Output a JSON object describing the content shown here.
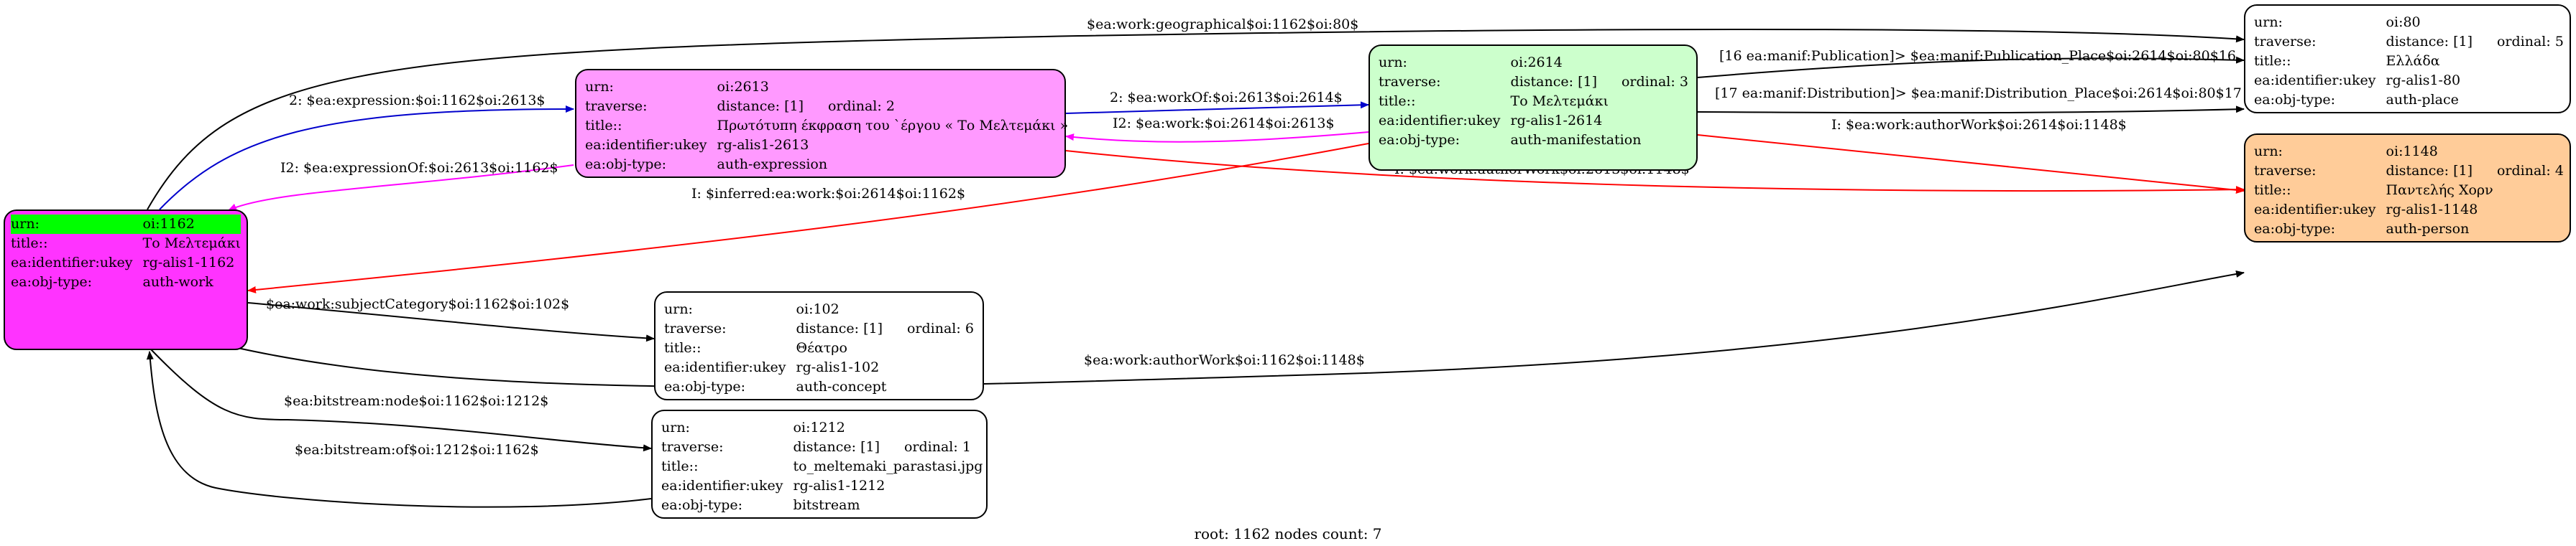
{
  "labels": {
    "urn": "urn:",
    "traverse": "traverse:",
    "title": "title::",
    "ukey": "ea:identifier:ukey",
    "objtype": "ea:obj-type:",
    "distance": "distance: [1]"
  },
  "nodes": {
    "n1162": {
      "urn": "oi:1162",
      "title": "Το Μελτεμάκι",
      "ukey": "rg-alis1-1162",
      "objtype": "auth-work",
      "fill": "#ff33ff",
      "urn_highlight": "#00ff00"
    },
    "n2613": {
      "urn": "oi:2613",
      "ordinal": "ordinal: 2",
      "title": "Πρωτότυπη έκφραση του `έργου « Το Μελτεμάκι »",
      "ukey": "rg-alis1-2613",
      "objtype": "auth-expression",
      "fill": "#ff99ff"
    },
    "n2614": {
      "urn": "oi:2614",
      "ordinal": "ordinal: 3",
      "title": "Το Μελτεμάκι",
      "ukey": "rg-alis1-2614",
      "objtype": "auth-manifestation",
      "fill": "#ccffcc"
    },
    "n80": {
      "urn": "oi:80",
      "ordinal": "ordinal: 5",
      "title": "Ελλάδα",
      "ukey": "rg-alis1-80",
      "objtype": "auth-place",
      "fill": "#ffffff"
    },
    "n1148": {
      "urn": "oi:1148",
      "ordinal": "ordinal: 4",
      "title": "Παντελής Χορν",
      "ukey": "rg-alis1-1148",
      "objtype": "auth-person",
      "fill": "#ffcc99"
    },
    "n102": {
      "urn": "oi:102",
      "ordinal": "ordinal: 6",
      "title": "Θέατρο",
      "ukey": "rg-alis1-102",
      "objtype": "auth-concept",
      "fill": "#ffffff"
    },
    "n1212": {
      "urn": "oi:1212",
      "ordinal": "ordinal: 1",
      "title": "to_meltemaki_parastasi.jpg",
      "ukey": "rg-alis1-1212",
      "objtype": "bitstream",
      "fill": "#ffffff"
    }
  },
  "edges": {
    "geographical": "$ea:work:geographical$oi:1162$oi:80$",
    "expression": "2: $ea:expression:$oi:1162$oi:2613$",
    "expressionOf": "I2: $ea:expressionOf:$oi:2613$oi:1162$",
    "workOf": "2: $ea:workOf:$oi:2613$oi:2614$",
    "workRev": "I2: $ea:work:$oi:2614$oi:2613$",
    "pubPlace": "[16 ea:manif:Publication]> $ea:manif:Publication_Place$oi:2614$oi:80$16",
    "distPlace": "[17 ea:manif:Distribution]> $ea:manif:Distribution_Place$oi:2614$oi:80$17",
    "authorWork2614": "I: $ea:work:authorWork$oi:2614$oi:1148$",
    "authorWork2613": "I: $ea:work:authorWork$oi:2613$oi:1148$",
    "inferred": "I: $inferred:ea:work:$oi:2614$oi:1162$",
    "subjectCategory": "$ea:work:subjectCategory$oi:1162$oi:102$",
    "authorWork1162": "$ea:work:authorWork$oi:1162$oi:1148$",
    "bitstreamNode": "$ea:bitstream:node$oi:1162$oi:1212$",
    "bitstreamOf": "$ea:bitstream:of$oi:1212$oi:1162$"
  },
  "colors": {
    "black": "#000000",
    "blue": "#0000cc",
    "magenta": "#ff00ff",
    "red": "#ff0000"
  },
  "footer": "root: 1162 nodes count: 7"
}
